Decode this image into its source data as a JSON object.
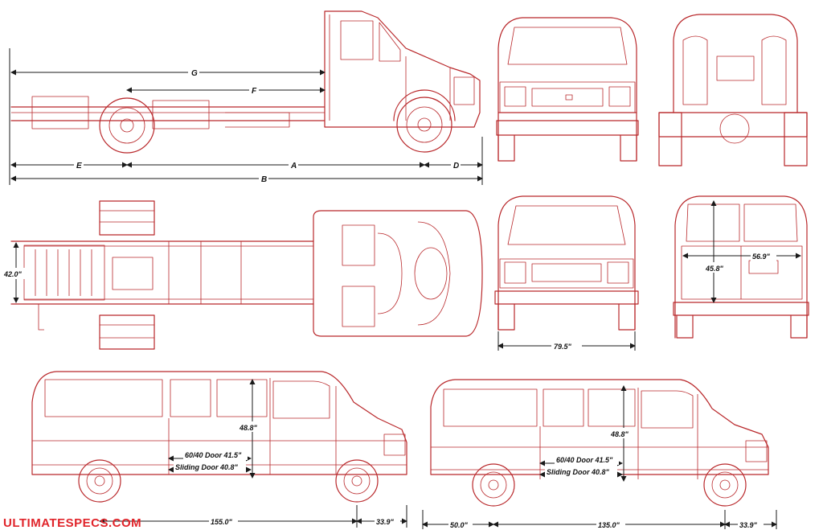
{
  "dimension_letters": {
    "g": "G",
    "f": "F",
    "e": "E",
    "a": "A",
    "d": "D",
    "b": "B"
  },
  "measurements": {
    "frame_width": "42.0\"",
    "rear_opening_width": "56.9\"",
    "rear_opening_height": "45.8\"",
    "front_track": "79.5\"",
    "long_van": {
      "side_height": "48.8\"",
      "door_6040": "60/40 Door 41.5\"",
      "sliding_door": "Sliding Door 40.8\"",
      "wheelbase": "155.0\"",
      "front_overhang": "33.9\""
    },
    "short_van": {
      "side_height": "48.8\"",
      "door_6040": "60/40 Door 41.5\"",
      "sliding_door": "Sliding Door 40.8\"",
      "rear_overhang": "50.0\"",
      "wheelbase": "135.0\"",
      "front_overhang": "33.9\""
    }
  },
  "watermark": "ULTIMATESPECS.COM",
  "colors": {
    "line": "#b9282b",
    "dimension": "#1a1a1a",
    "watermark": "#e0242a",
    "background": "#ffffff"
  }
}
